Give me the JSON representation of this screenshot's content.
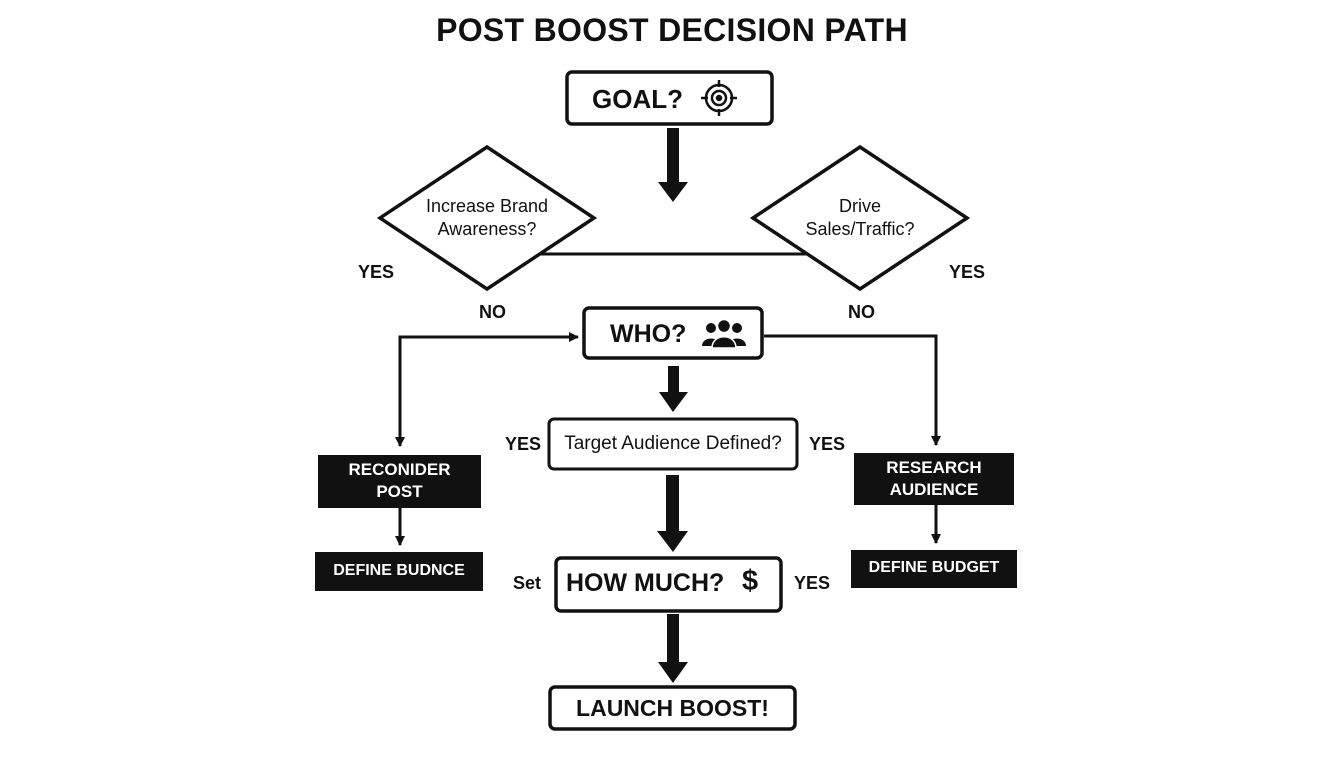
{
  "title": "POST BOOST DECISION PATH",
  "nodes": {
    "goal": "GOAL?",
    "brand": [
      "Increase Brand",
      "Awareness?"
    ],
    "sales": [
      "Drive",
      "Sales/Traffic?"
    ],
    "who": "WHO?",
    "audience": "Target Audience Defined?",
    "reconsider": [
      "RECONIDER",
      "POST"
    ],
    "research": [
      "RESEARCH",
      "AUDIENCE"
    ],
    "define_left": "DEFINE BUDNCE",
    "define_right": "DEFINE BUDGET",
    "how_much": "HOW MUCH?",
    "launch": "LAUNCH BOOST!"
  },
  "labels": {
    "brand_yes": "YES",
    "brand_no": "NO",
    "sales_yes": "YES",
    "sales_no": "NO",
    "audience_yes_left": "YES",
    "audience_yes_right": "YES",
    "set": "Set",
    "how_much_yes": "YES"
  },
  "icons": {
    "goal": "target-icon",
    "who": "people-icon",
    "how_much": "dollar-sign"
  },
  "icon_text": {
    "dollar": "$"
  }
}
